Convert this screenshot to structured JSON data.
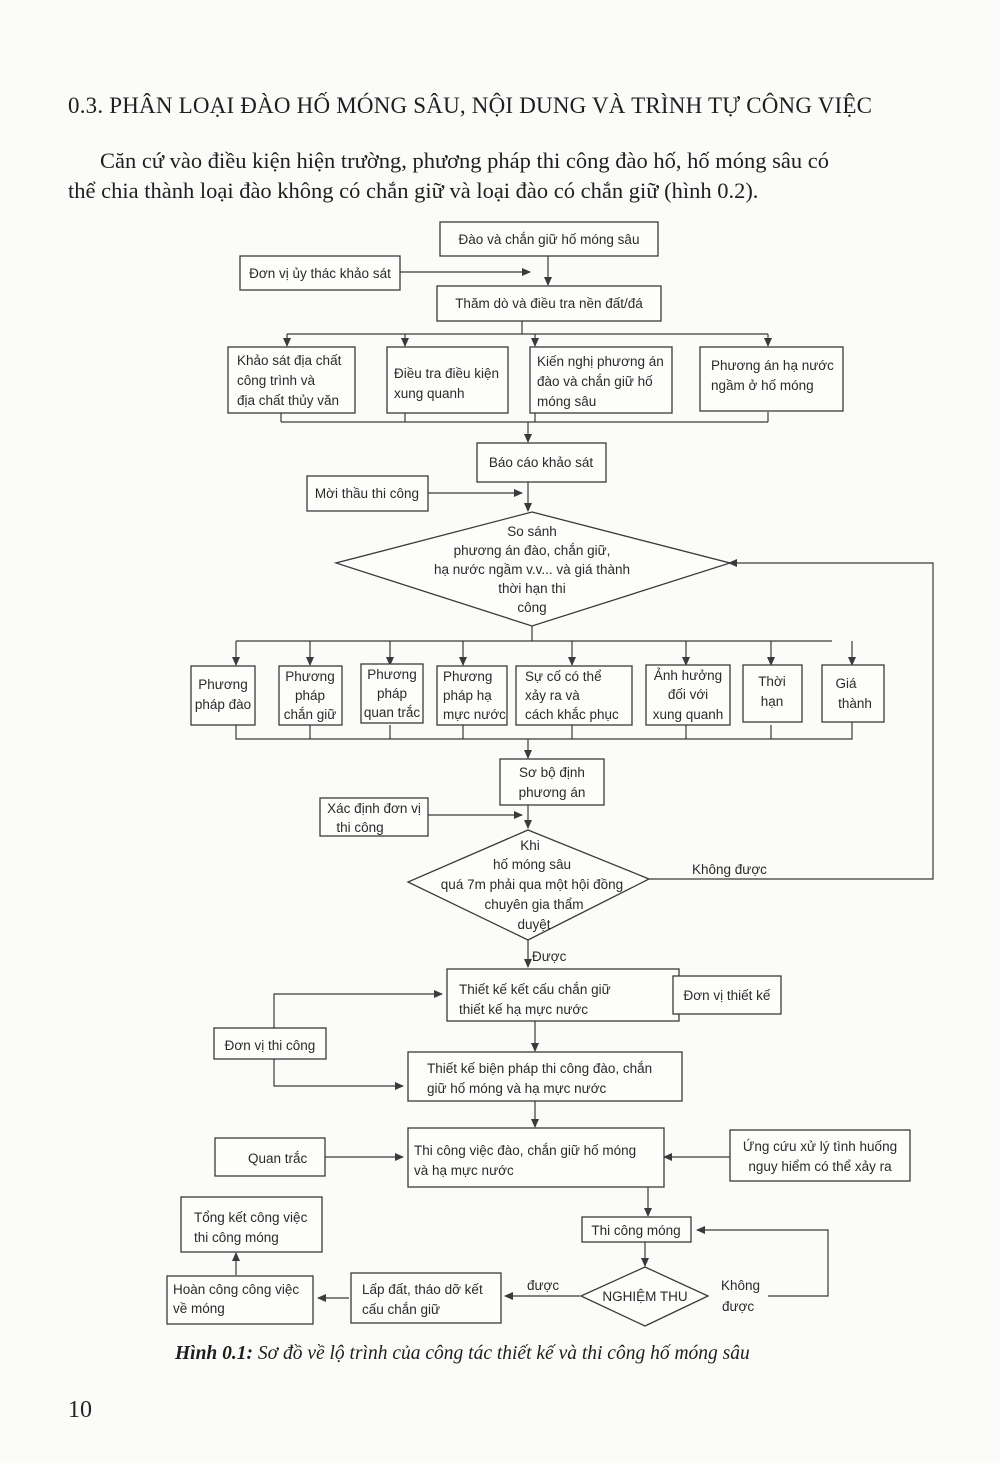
{
  "section_heading": "0.3. PHÂN LOẠI ĐÀO HỐ MÓNG SÂU, NỘI DUNG VÀ TRÌNH TỰ CÔNG VIỆC",
  "intro": {
    "line1": "Căn cứ vào điều kiện hiện trường, phương pháp thi công đào hố, hố móng sâu có",
    "line2": "thể chia thành loại đào không có chắn giữ và loại đào có chắn giữ (hình 0.2)."
  },
  "flowchart": {
    "start": "Đào và chắn giữ hố móng sâu",
    "survey_client": "Đơn vị ủy thác khảo sát",
    "investigation": "Thăm dò và điều tra nền đất/đá",
    "survey_items": [
      [
        "Khảo sát địa chất",
        "công trình và",
        "địa chất thủy văn"
      ],
      [
        "Điều tra điều kiện",
        "xung quanh"
      ],
      [
        "Kiến nghị phương án",
        "đào và chắn giữ hố",
        "móng sâu"
      ],
      [
        "Phương án hạ nước",
        "ngầm ở hố móng"
      ]
    ],
    "survey_report": "Báo cáo khảo sát",
    "tender": "Mời thầu thi công",
    "compare_decision": [
      "So sánh",
      "phương án đào, chắn giữ,",
      "hạ nước ngầm v.v... và giá thành",
      "thời hạn thi",
      "công"
    ],
    "criteria": [
      [
        "Phương",
        "pháp đào"
      ],
      [
        "Phương",
        "pháp",
        "chắn giữ"
      ],
      [
        "Phương",
        "pháp",
        "quan trắc"
      ],
      [
        "Phương",
        "pháp hạ",
        "mực nước"
      ],
      [
        "Sự cố có thể",
        "xảy ra và",
        "cách khắc phục"
      ],
      [
        "Ảnh hưởng",
        "đối với",
        "xung quanh"
      ],
      [
        "Thời",
        "hạn"
      ],
      [
        "Giá",
        "thành"
      ]
    ],
    "preliminary_plan": [
      "Sơ bộ định",
      "phương án"
    ],
    "contractor_select": [
      "Xác định đơn vị",
      "thi công"
    ],
    "expert_decision": [
      "Khi",
      "hố móng sâu",
      "quá 7m phải qua một hội đồng",
      "chuyên gia thẩm",
      "duyệt"
    ],
    "label_rejected": "Không được",
    "label_approved": "Được",
    "support_design": [
      "Thiết kế kết cấu chắn giữ",
      "thiết kế hạ mực nước"
    ],
    "design_unit": "Đơn vị thiết kế",
    "construction_unit": "Đơn vị thi công",
    "method_design": [
      "Thiết kế biện pháp thi công đào, chắn",
      "giữ hố móng và hạ mực nước"
    ],
    "monitoring": "Quan trắc",
    "excavation": [
      "Thi công việc đào, chắn giữ hố móng",
      "và hạ mực nước"
    ],
    "emergency": [
      "Ứng cứu xử lý tình huống",
      "nguy hiểm có thể xảy ra"
    ],
    "summary": [
      "Tổng kết công việc",
      "thi công móng"
    ],
    "foundation_work": "Thi công móng",
    "acceptance": "NGHIỆM THU",
    "acceptance_pass": "được",
    "acceptance_fail": [
      "Không",
      "được"
    ],
    "backfill": [
      "Lấp đất, tháo dỡ kết",
      "cấu chắn giữ"
    ],
    "completion": [
      "Hoàn công công việc",
      "về móng"
    ]
  },
  "caption": {
    "label": "Hình 0.1:",
    "text": " Sơ đồ về lộ trình của công tác thiết kế và thi công hố móng sâu"
  },
  "page_number": "10"
}
